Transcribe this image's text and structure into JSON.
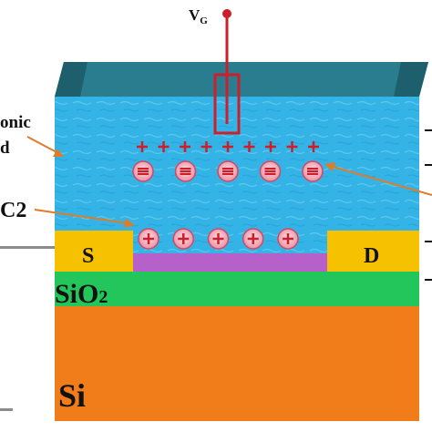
{
  "terminals": {
    "gate": "V",
    "gate_sub": "G",
    "source": "S",
    "drain": "D"
  },
  "layers": {
    "oxide": "SiO",
    "oxide_sub": "2",
    "substrate": "Si"
  },
  "annotations": {
    "ionic_line1": "onic",
    "ionic_line2": "d",
    "edl_label": "C2"
  },
  "charges": {
    "top_positive_count": 9,
    "top_negative_count": 5,
    "bottom_positive_count": 5
  },
  "colors": {
    "electrolyte": "#34b4e6",
    "electrolyte_top": "#2a7d8f",
    "oxide": "#22c65a",
    "substrate": "#f07d1a",
    "contact": "#f6c200",
    "channel": "#b660c9",
    "gate_wire": "#cc1f2b",
    "ion_fill": "#f2a7b6",
    "annotation": "#e07b2a"
  },
  "icons": {
    "negative_ion": "circled-minus-icon",
    "positive_ion": "circled-plus-icon"
  }
}
